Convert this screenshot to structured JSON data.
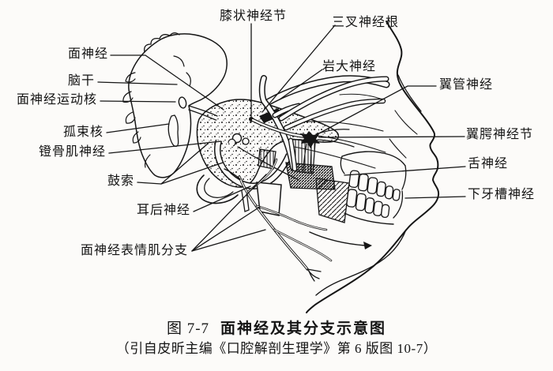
{
  "figure": {
    "labels": {
      "facial_nerve": "面神经",
      "brainstem": "脑干",
      "facial_motor_nucleus": "面神经运动核",
      "solitary_nucleus": "孤束核",
      "stapedius_nerve": "镫骨肌神经",
      "chorda_tympani": "鼓索",
      "posterior_auricular_nerve": "耳后神经",
      "facial_expression_branches": "面神经表情肌分支",
      "geniculate_ganglion": "膝状神经节",
      "trigeminal_root": "三叉神经根",
      "greater_petrosal_nerve": "岩大神经",
      "pterygoid_canal_nerve": "翼管神经",
      "pterygopalatine_ganglion": "翼腭神经节",
      "lingual_nerve": "舌神经",
      "inferior_alveolar_nerve": "下牙槽神经"
    },
    "caption": {
      "figure_number": "图 7-7",
      "title": "面神经及其分支示意图",
      "source": "（引自皮昕主编《口腔解剖生理学》第 6 版图 10-7）"
    },
    "ink_color": "#161616",
    "paper_color": "#fcfbf9"
  }
}
